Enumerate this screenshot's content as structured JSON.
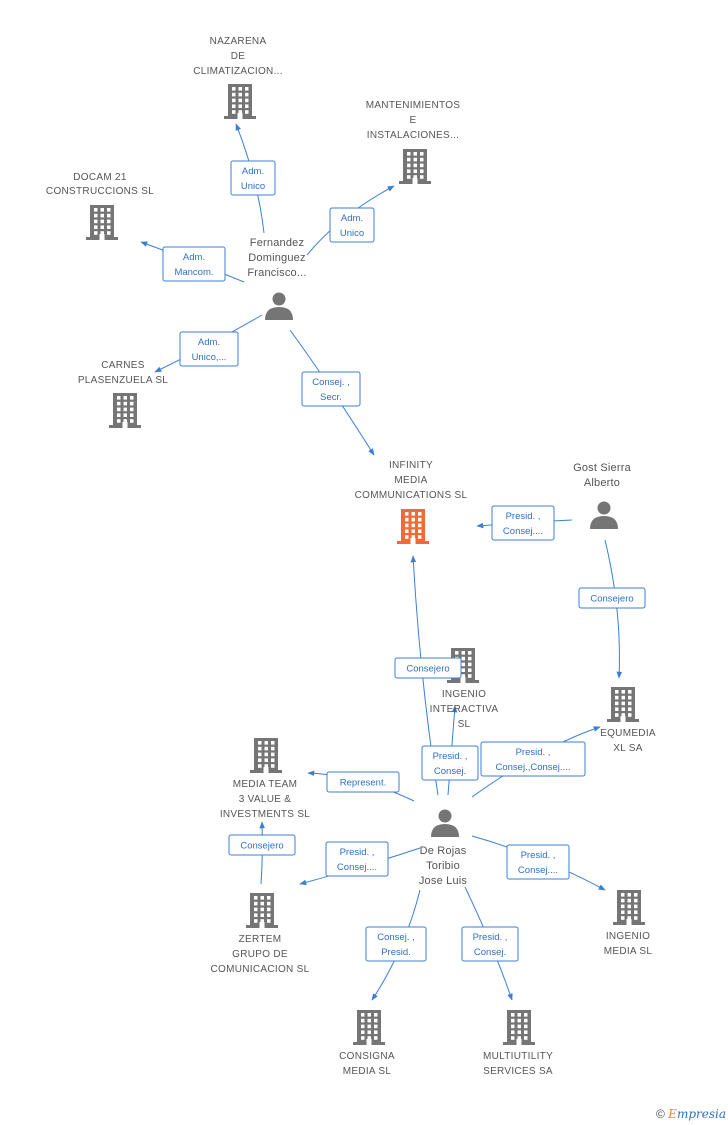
{
  "colors": {
    "edge": "#3b7fd4",
    "node": "#757575",
    "highlight": "#f26a35",
    "label": "#555555"
  },
  "nodes": [
    {
      "id": "nazarena",
      "type": "company",
      "icon": "building-icon",
      "lines": [
        "NAZARENA",
        "DE",
        "CLIMATIZACION..."
      ]
    },
    {
      "id": "mantenimientos",
      "type": "company",
      "icon": "building-icon",
      "lines": [
        "MANTENIMIENTOS",
        "E",
        "INSTALACIONES..."
      ]
    },
    {
      "id": "docam",
      "type": "company",
      "icon": "building-icon",
      "lines": [
        "DOCAM 21",
        "CONSTRUCCIONS SL"
      ]
    },
    {
      "id": "fernandez",
      "type": "person",
      "icon": "person-icon",
      "lines": [
        "Fernandez",
        "Dominguez",
        "Francisco..."
      ]
    },
    {
      "id": "carnes",
      "type": "company",
      "icon": "building-icon",
      "lines": [
        "CARNES",
        "PLASENZUELA SL"
      ]
    },
    {
      "id": "infinity",
      "type": "company",
      "icon": "building-icon",
      "highlight": true,
      "lines": [
        "INFINITY",
        "MEDIA",
        "COMMUNICATIONS SL"
      ]
    },
    {
      "id": "gost",
      "type": "person",
      "icon": "person-icon",
      "lines": [
        "Gost Sierra",
        "Alberto"
      ]
    },
    {
      "id": "ingenio_interactiva",
      "type": "company",
      "icon": "building-icon",
      "lines": [
        "INGENIO",
        "INTERACTIVA",
        "SL"
      ]
    },
    {
      "id": "equmedia",
      "type": "company",
      "icon": "building-icon",
      "lines": [
        "EQUMEDIA",
        "XL SA"
      ]
    },
    {
      "id": "mediateam",
      "type": "company",
      "icon": "building-icon",
      "lines": [
        "MEDIA TEAM",
        "3 VALUE &",
        "INVESTMENTS SL"
      ]
    },
    {
      "id": "derojas",
      "type": "person",
      "icon": "person-icon",
      "lines": [
        "De Rojas",
        "Toribio",
        "Jose Luis"
      ]
    },
    {
      "id": "zertem",
      "type": "company",
      "icon": "building-icon",
      "lines": [
        "ZERTEM",
        "GRUPO DE",
        "COMUNICACION SL"
      ]
    },
    {
      "id": "ingenio_media",
      "type": "company",
      "icon": "building-icon",
      "lines": [
        "INGENIO",
        "MEDIA SL"
      ]
    },
    {
      "id": "consigna",
      "type": "company",
      "icon": "building-icon",
      "lines": [
        "CONSIGNA",
        "MEDIA SL"
      ]
    },
    {
      "id": "multiutility",
      "type": "company",
      "icon": "building-icon",
      "lines": [
        "MULTIUTILITY",
        "SERVICES SA"
      ]
    }
  ],
  "edges": [
    {
      "id": "e1",
      "from": "fernandez",
      "to": "nazarena",
      "lines": [
        "Adm.",
        "Unico"
      ]
    },
    {
      "id": "e2",
      "from": "fernandez",
      "to": "mantenimientos",
      "lines": [
        "Adm.",
        "Unico"
      ]
    },
    {
      "id": "e3",
      "from": "fernandez",
      "to": "docam",
      "lines": [
        "Adm.",
        "Mancom."
      ]
    },
    {
      "id": "e4",
      "from": "fernandez",
      "to": "carnes",
      "lines": [
        "Adm.",
        "Unico,..."
      ]
    },
    {
      "id": "e5",
      "from": "fernandez",
      "to": "infinity",
      "lines": [
        "Consej. ,",
        "Secr."
      ]
    },
    {
      "id": "e6",
      "from": "gost",
      "to": "infinity",
      "lines": [
        "Presid. ,",
        "Consej...."
      ]
    },
    {
      "id": "e7",
      "from": "gost",
      "to": "equmedia",
      "lines": [
        "Consejero"
      ]
    },
    {
      "id": "e8",
      "from": "derojas",
      "to": "infinity",
      "lines": [
        "Consejero"
      ]
    },
    {
      "id": "e9",
      "from": "derojas",
      "to": "ingenio_interactiva",
      "lines": [
        "Presid. ,",
        "Consej."
      ]
    },
    {
      "id": "e10",
      "from": "derojas",
      "to": "equmedia",
      "lines": [
        "Presid. ,",
        "Consej.,Consej...."
      ]
    },
    {
      "id": "e11",
      "from": "derojas",
      "to": "mediateam",
      "lines": [
        "Represent."
      ]
    },
    {
      "id": "e12",
      "from": "zertem",
      "to": "mediateam",
      "lines": [
        "Consejero"
      ]
    },
    {
      "id": "e13",
      "from": "derojas",
      "to": "zertem",
      "lines": [
        "Presid. ,",
        "Consej...."
      ]
    },
    {
      "id": "e14",
      "from": "derojas",
      "to": "ingenio_media",
      "lines": [
        "Presid. ,",
        "Consej...."
      ]
    },
    {
      "id": "e15",
      "from": "derojas",
      "to": "consigna",
      "lines": [
        "Consej. ,",
        "Presid."
      ]
    },
    {
      "id": "e16",
      "from": "derojas",
      "to": "multiutility",
      "lines": [
        "Presid. ,",
        "Consej."
      ]
    }
  ],
  "footer": {
    "copyright": "©",
    "brand_initial": "E",
    "brand_rest": "mpresia"
  }
}
